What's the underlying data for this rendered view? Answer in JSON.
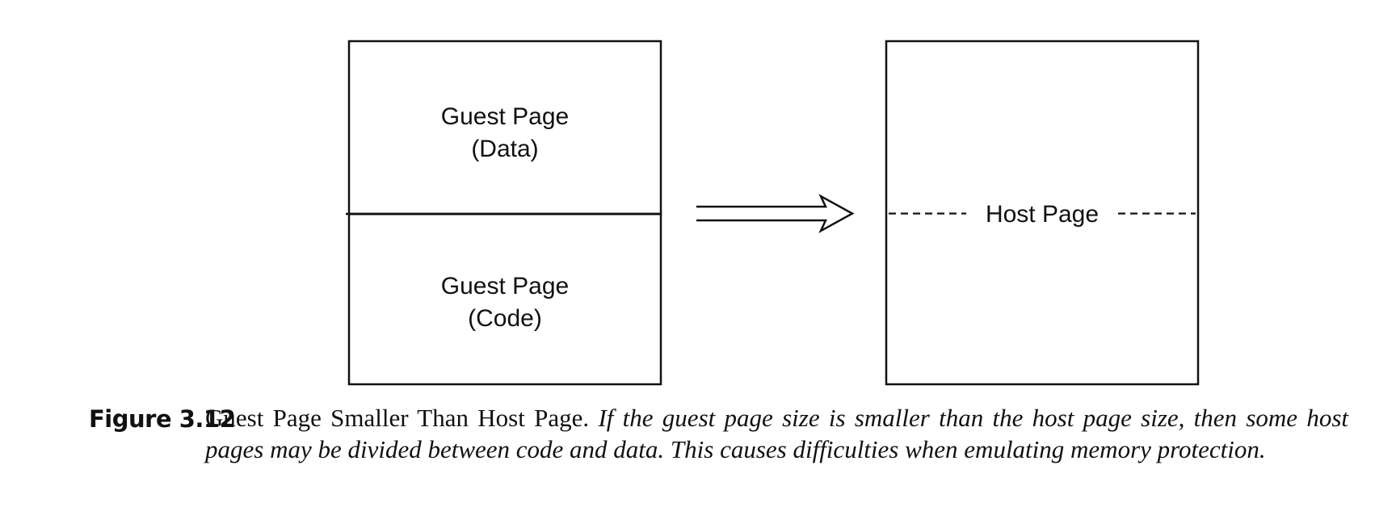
{
  "diagram": {
    "guest_page_data": {
      "line1": "Guest Page",
      "line2": "(Data)"
    },
    "guest_page_code": {
      "line1": "Guest Page",
      "line2": "(Code)"
    },
    "host_page": {
      "label": "Host Page"
    }
  },
  "caption": {
    "figure_number": "Figure 3.12",
    "title": "Guest Page Smaller Than Host Page.",
    "description": "If the guest page size is smaller than the host page size, then some host pages may be divided between code and data. This causes difficulties when emulating memory protection."
  }
}
